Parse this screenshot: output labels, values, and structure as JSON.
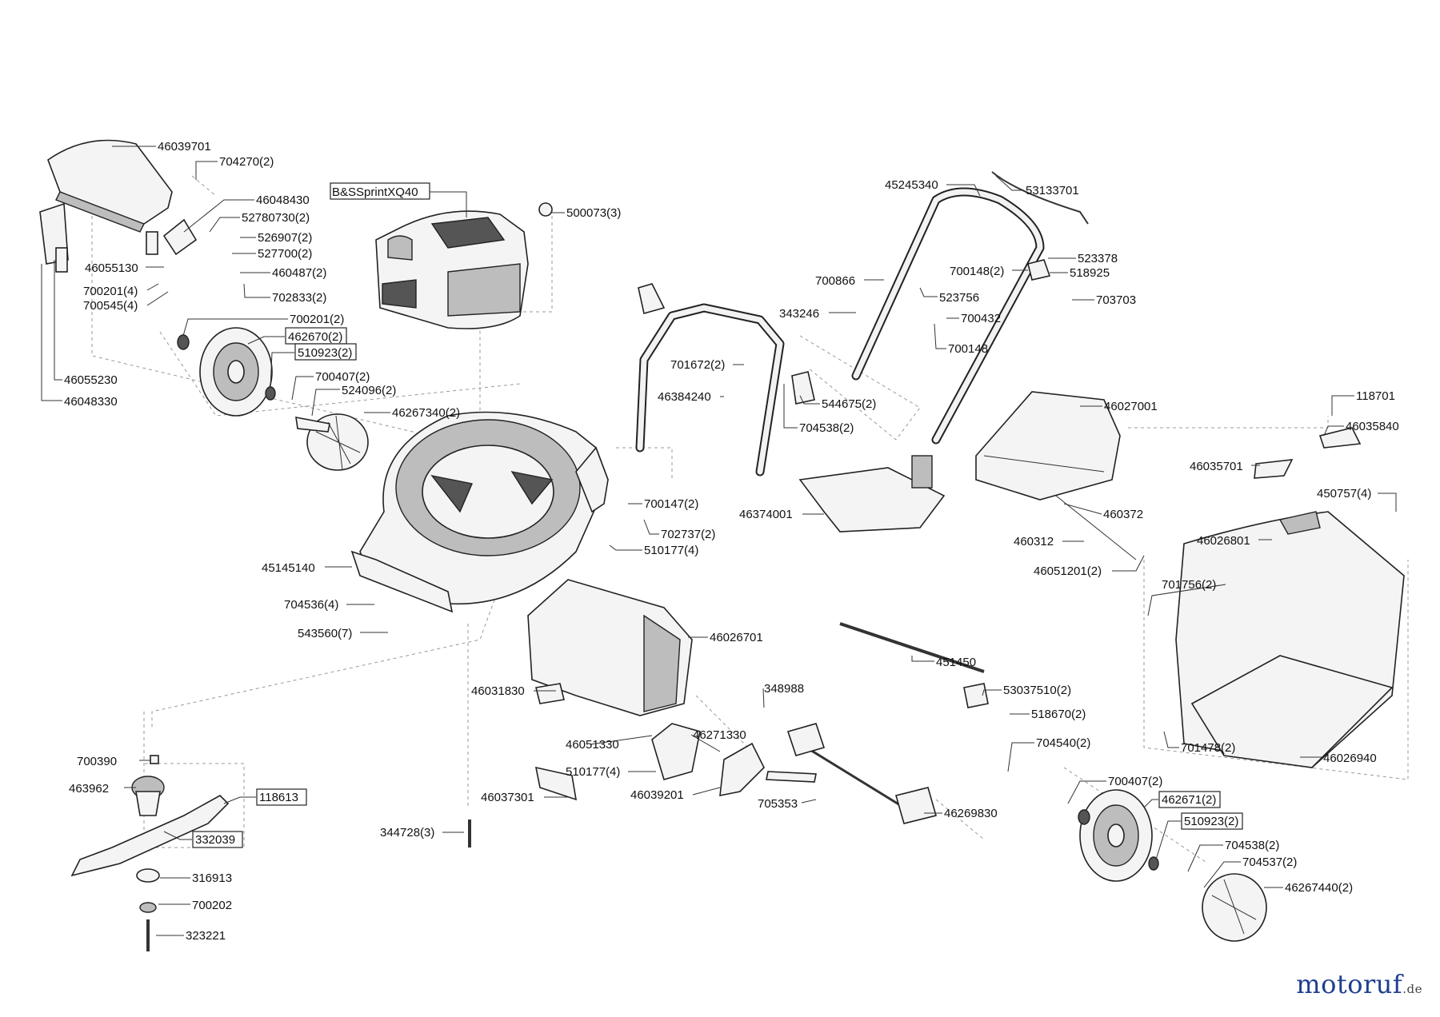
{
  "labels": [
    {
      "text": "46039701",
      "boxed": false
    },
    {
      "text": "704270(2)",
      "boxed": false
    },
    {
      "text": "46048430",
      "boxed": false
    },
    {
      "text": "52780730(2)",
      "boxed": false
    },
    {
      "text": "526907(2)",
      "boxed": false
    },
    {
      "text": "527700(2)",
      "boxed": false
    },
    {
      "text": "46055130",
      "boxed": false
    },
    {
      "text": "460487(2)",
      "boxed": false
    },
    {
      "text": "700201(4)",
      "boxed": false
    },
    {
      "text": "702833(2)",
      "boxed": false
    },
    {
      "text": "700545(4)",
      "boxed": false
    },
    {
      "text": "700201(2)",
      "boxed": false
    },
    {
      "text": "462670(2)",
      "boxed": true
    },
    {
      "text": "510923(2)",
      "boxed": true
    },
    {
      "text": "46055230",
      "boxed": false
    },
    {
      "text": "46048330",
      "boxed": false
    },
    {
      "text": "700407(2)",
      "boxed": false
    },
    {
      "text": "524096(2)",
      "boxed": false
    },
    {
      "text": "46267340(2)",
      "boxed": false
    },
    {
      "text": "B&SSprintXQ40",
      "boxed": true
    },
    {
      "text": "500073(3)",
      "boxed": false
    },
    {
      "text": "45245340",
      "boxed": false
    },
    {
      "text": "53133701",
      "boxed": false
    },
    {
      "text": "523378",
      "boxed": false
    },
    {
      "text": "700148(2)",
      "boxed": false
    },
    {
      "text": "518925",
      "boxed": false
    },
    {
      "text": "700866",
      "boxed": false
    },
    {
      "text": "523756",
      "boxed": false
    },
    {
      "text": "703703",
      "boxed": false
    },
    {
      "text": "343246",
      "boxed": false
    },
    {
      "text": "700432",
      "boxed": false
    },
    {
      "text": "700148",
      "boxed": false
    },
    {
      "text": "701672(2)",
      "boxed": false
    },
    {
      "text": "46384240",
      "boxed": false
    },
    {
      "text": "544675(2)",
      "boxed": false
    },
    {
      "text": "704538(2)",
      "boxed": false
    },
    {
      "text": "46027001",
      "boxed": false
    },
    {
      "text": "118701",
      "boxed": false
    },
    {
      "text": "46035840",
      "boxed": false
    },
    {
      "text": "46035701",
      "boxed": false
    },
    {
      "text": "450757(4)",
      "boxed": false
    },
    {
      "text": "700147(2)",
      "boxed": false
    },
    {
      "text": "46374001",
      "boxed": false
    },
    {
      "text": "460372",
      "boxed": false
    },
    {
      "text": "702737(2)",
      "boxed": false
    },
    {
      "text": "46026801",
      "boxed": false
    },
    {
      "text": "460312",
      "boxed": false
    },
    {
      "text": "510177(4)",
      "boxed": false
    },
    {
      "text": "45145140",
      "boxed": false
    },
    {
      "text": "46051201(2)",
      "boxed": false
    },
    {
      "text": "701756(2)",
      "boxed": false
    },
    {
      "text": "704536(4)",
      "boxed": false
    },
    {
      "text": "543560(7)",
      "boxed": false
    },
    {
      "text": "46026701",
      "boxed": false
    },
    {
      "text": "451450",
      "boxed": false
    },
    {
      "text": "348988",
      "boxed": false
    },
    {
      "text": "46031830",
      "boxed": false
    },
    {
      "text": "53037510(2)",
      "boxed": false
    },
    {
      "text": "518670(2)",
      "boxed": false
    },
    {
      "text": "46051330",
      "boxed": false
    },
    {
      "text": "46271330",
      "boxed": false
    },
    {
      "text": "701478(2)",
      "boxed": false
    },
    {
      "text": "704540(2)",
      "boxed": false
    },
    {
      "text": "46026940",
      "boxed": false
    },
    {
      "text": "700390",
      "boxed": false
    },
    {
      "text": "510177(4)",
      "boxed": false
    },
    {
      "text": "463962",
      "boxed": false
    },
    {
      "text": "118613",
      "boxed": true
    },
    {
      "text": "46037301",
      "boxed": false
    },
    {
      "text": "46039201",
      "boxed": false
    },
    {
      "text": "700407(2)",
      "boxed": false
    },
    {
      "text": "705353",
      "boxed": false
    },
    {
      "text": "462671(2)",
      "boxed": true
    },
    {
      "text": "46269830",
      "boxed": false
    },
    {
      "text": "510923(2)",
      "boxed": true
    },
    {
      "text": "332039",
      "boxed": true
    },
    {
      "text": "344728(3)",
      "boxed": false
    },
    {
      "text": "704538(2)",
      "boxed": false
    },
    {
      "text": "704537(2)",
      "boxed": false
    },
    {
      "text": "316913",
      "boxed": false
    },
    {
      "text": "46267440(2)",
      "boxed": false
    },
    {
      "text": "700202",
      "boxed": false
    },
    {
      "text": "323221",
      "boxed": false
    }
  ],
  "watermark": {
    "main": "motoruf",
    "suffix": ".de"
  },
  "colors": {
    "line": "#222222",
    "leader": "#333333",
    "dashed": "#999999",
    "part_fill": "#f4f4f4",
    "logo_blue": "#1f3f8f",
    "logo_orange": "#e98a13"
  }
}
